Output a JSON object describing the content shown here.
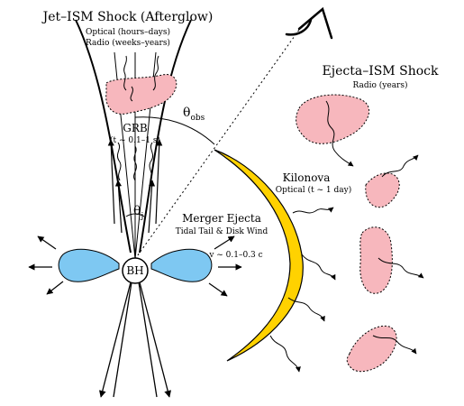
{
  "labels": {
    "jet_shock_title": "Jet–ISM Shock (Afterglow)",
    "jet_shock_optical": "Optical (hours–days)",
    "jet_shock_radio": "Radio (weeks–years)",
    "grb": "GRB",
    "grb_time": "(t ~ 0.1–1 s)",
    "theta_obs": "θ",
    "theta_obs_sub": "obs",
    "theta_j": "θ",
    "theta_j_sub": "j",
    "merger_ejecta": "Merger Ejecta",
    "merger_ejecta_sub": "Tidal Tail & Disk Wind",
    "ejecta_velocity": "v ~ 0.1–0.3 c",
    "bh": "BH",
    "kilonova": "Kilonova",
    "kilonova_sub": "Optical (t ~ 1 day)",
    "ejecta_shock_title": "Ejecta–ISM Shock",
    "ejecta_shock_radio": "Radio (years)"
  },
  "colors": {
    "disk_blue": "#7ec8f2",
    "shock_pink": "#f7b7bd",
    "kilonova_yellow": "#ffd200",
    "line": "#000000"
  }
}
